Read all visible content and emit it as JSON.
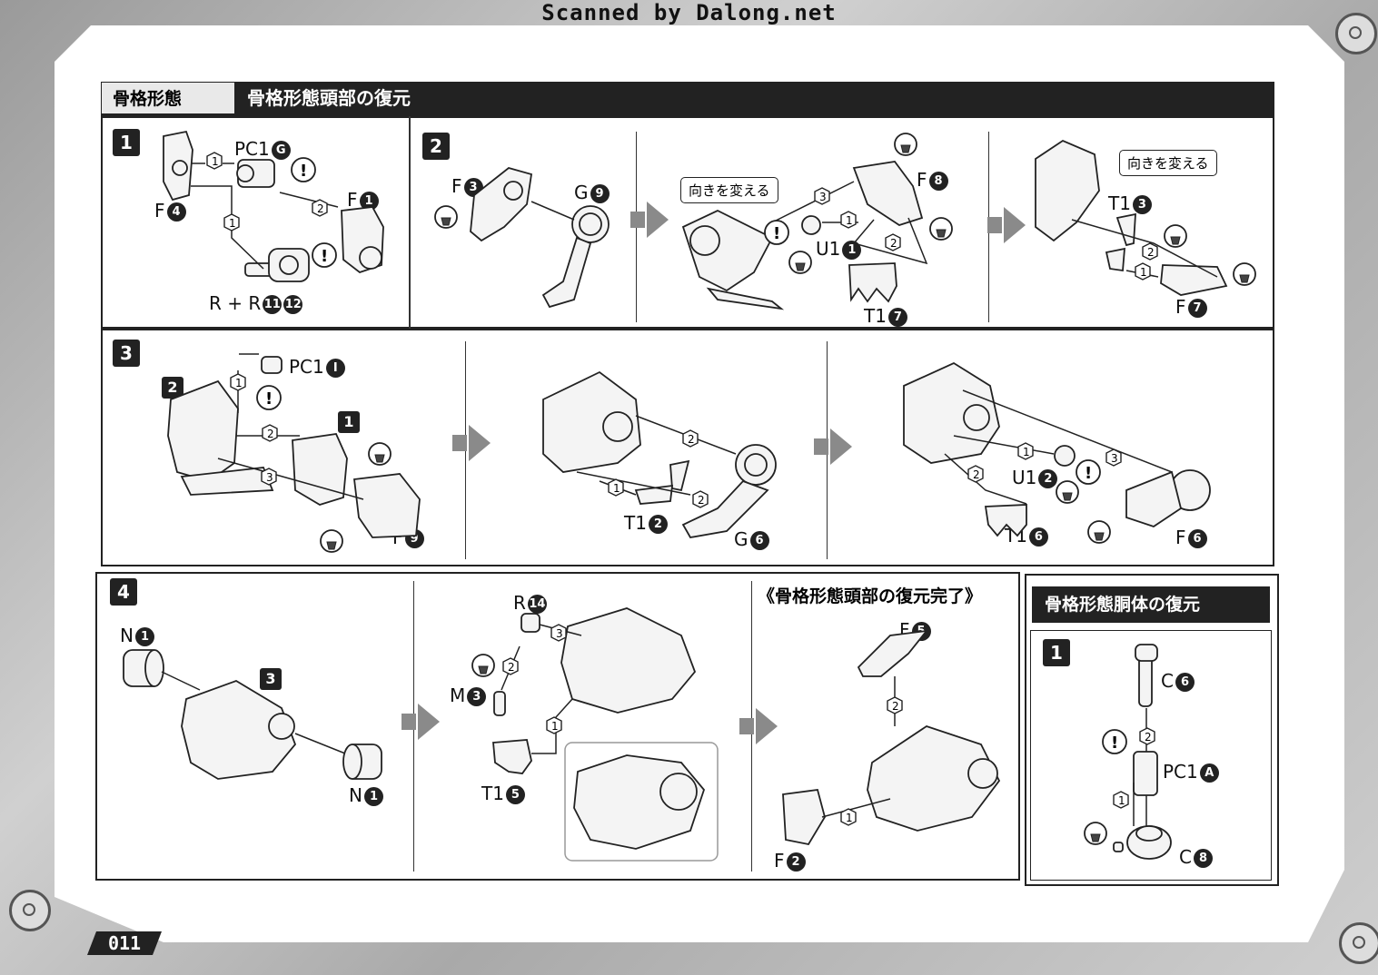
{
  "scan_banner": "Scanned by Dalong.net",
  "page_number": "011",
  "header": {
    "section": "骨格形態",
    "title": "骨格形態頭部の復元"
  },
  "callouts": {
    "rotate": "向きを変える"
  },
  "steps": [
    {
      "number": "1",
      "labels": [
        "PC1",
        "F",
        "F",
        "R + R"
      ],
      "circled": [
        "G",
        "1",
        "4",
        "11",
        "12"
      ]
    },
    {
      "number": "2",
      "labels": [
        "F",
        "G",
        "F",
        "U1",
        "T1",
        "T1",
        "F"
      ],
      "circled": [
        "3",
        "9",
        "8",
        "1",
        "7",
        "3",
        "7"
      ]
    },
    {
      "number": "3",
      "labels": [
        "PC1",
        "F",
        "T1",
        "G",
        "U1",
        "T1",
        "F"
      ],
      "circled": [
        "I",
        "9",
        "2",
        "6",
        "2",
        "6",
        "6"
      ],
      "sub_numbers": [
        "2",
        "1"
      ]
    },
    {
      "number": "4",
      "labels": [
        "N",
        "N",
        "R",
        "M",
        "T1"
      ],
      "circled": [
        "1",
        "1",
        "14",
        "3",
        "5"
      ],
      "sub_numbers": [
        "3"
      ]
    }
  ],
  "complete_heading": "《骨格形態頭部の復元完了》",
  "complete_labels": {
    "f_top": "F",
    "f_top_num": "5",
    "f_bottom": "F",
    "f_bottom_num": "2"
  },
  "body_section": {
    "title": "骨格形態胴体の復元",
    "step": "1",
    "labels": [
      "C",
      "PC1",
      "C"
    ],
    "circled": [
      "6",
      "A",
      "8"
    ]
  }
}
